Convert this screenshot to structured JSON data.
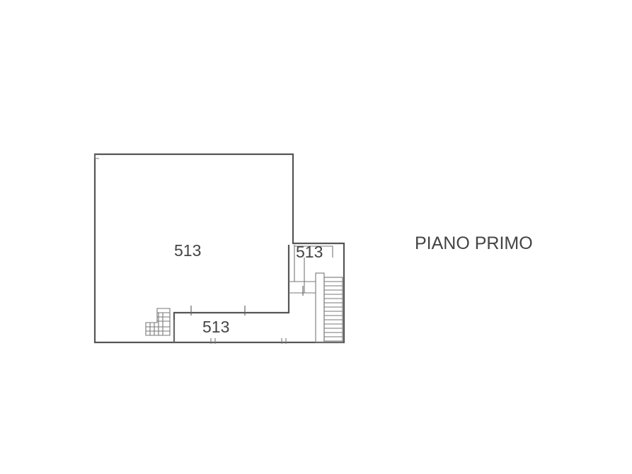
{
  "plan": {
    "floor_label": "PIANO PRIMO",
    "rooms": [
      {
        "id": "main-room",
        "label": "513"
      },
      {
        "id": "stair-landing",
        "label": "513"
      },
      {
        "id": "corridor",
        "label": "513"
      }
    ]
  }
}
